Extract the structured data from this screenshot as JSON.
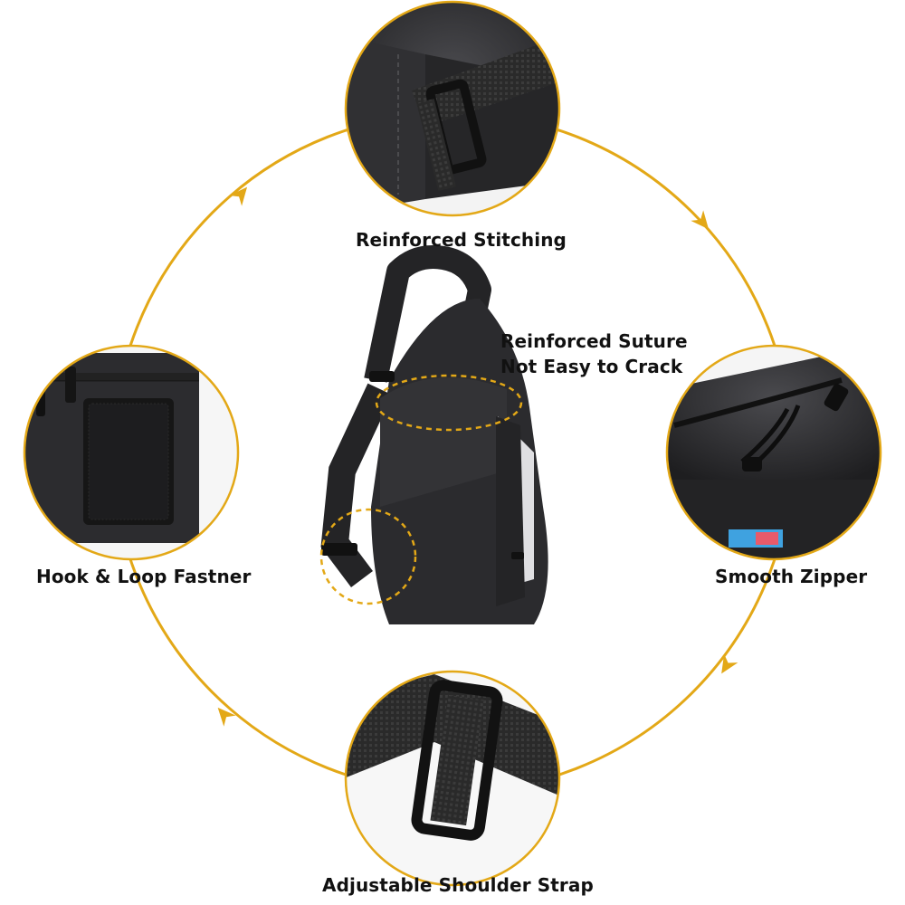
{
  "labels": {
    "top": "Reinforced Stitching",
    "left": "Hook & Loop Fastner",
    "right": "Smooth Zipper",
    "bottom": "Adjustable Shoulder Strap",
    "suture_line1": "Reinforced Suture",
    "suture_line2": "Not Easy to Crack"
  },
  "colors": {
    "accent": "#E3A817",
    "bag": "#2b2b2e",
    "background": "#ffffff"
  }
}
